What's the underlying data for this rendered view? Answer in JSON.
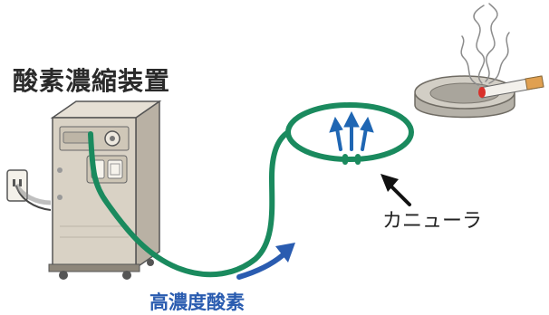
{
  "labels": {
    "device": "酸素濃縮装置",
    "cannula": "カニューラ",
    "high_oxygen": "高濃度酸素"
  },
  "colors": {
    "tube": "#1a8a5e",
    "flow_arrow": "#2a5cb0",
    "oxygen_arrows": "#1f66b3",
    "device_body": "#d9d2c5",
    "ashtray": "#b5b1a8",
    "cigarette_tip": "#d9302a",
    "cigarette_filter": "#e0a050"
  },
  "icons": {
    "oxygen_arrows": "upward-arrows-icon",
    "pointer": "black-pointer-arrow-icon",
    "flow": "blue-curved-arrow-icon",
    "smoke": "smoke-wisps-icon"
  }
}
